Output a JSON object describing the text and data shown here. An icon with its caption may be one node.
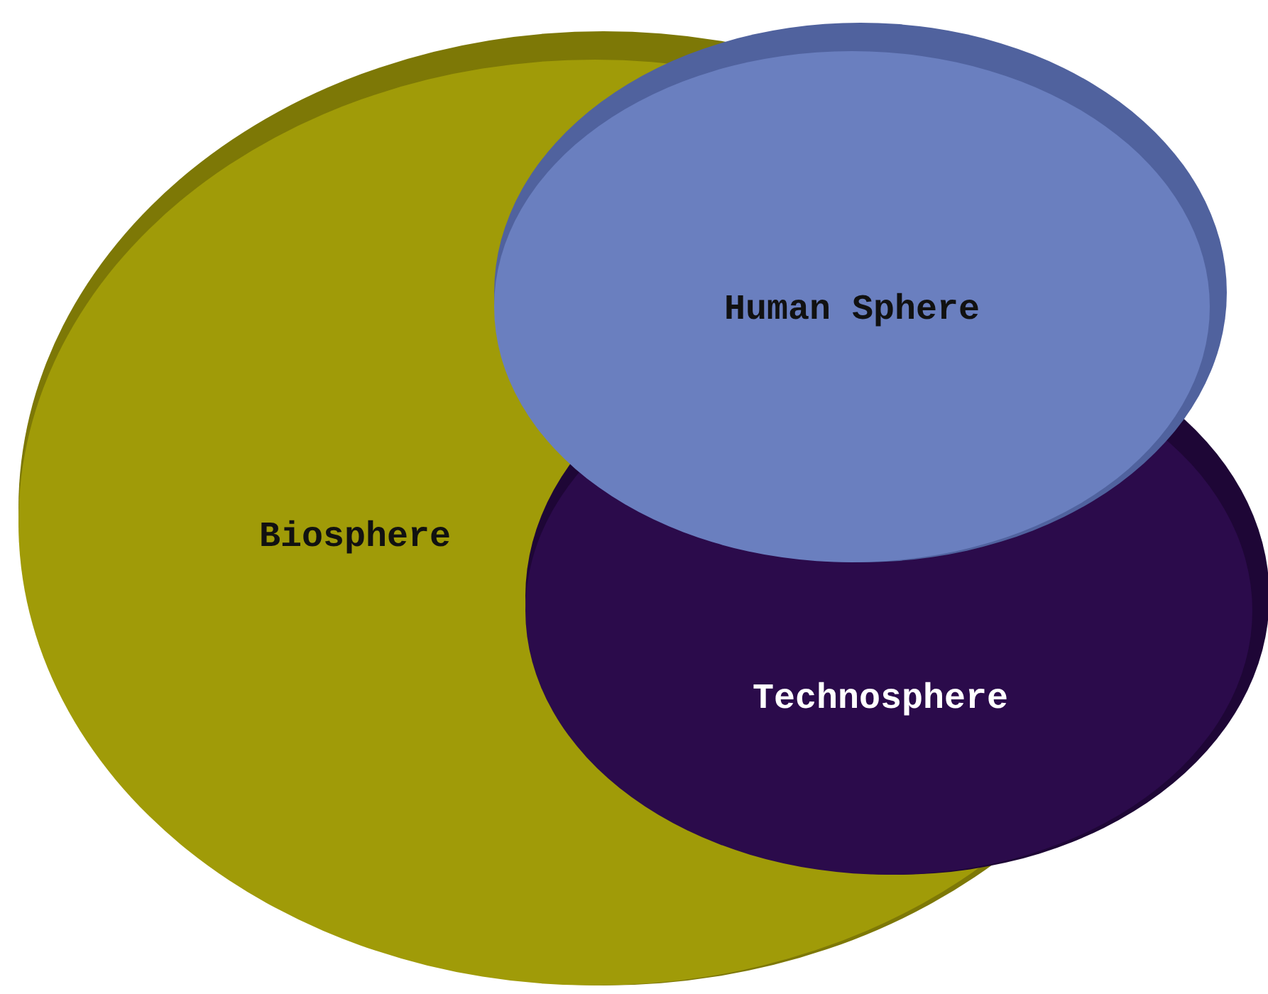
{
  "diagram": {
    "nodes": [
      {
        "text": [
          "Biosphere"
        ]
      },
      {
        "text": [
          "Technosphere"
        ]
      },
      {
        "text": [
          "Human Sphere"
        ]
      }
    ]
  }
}
